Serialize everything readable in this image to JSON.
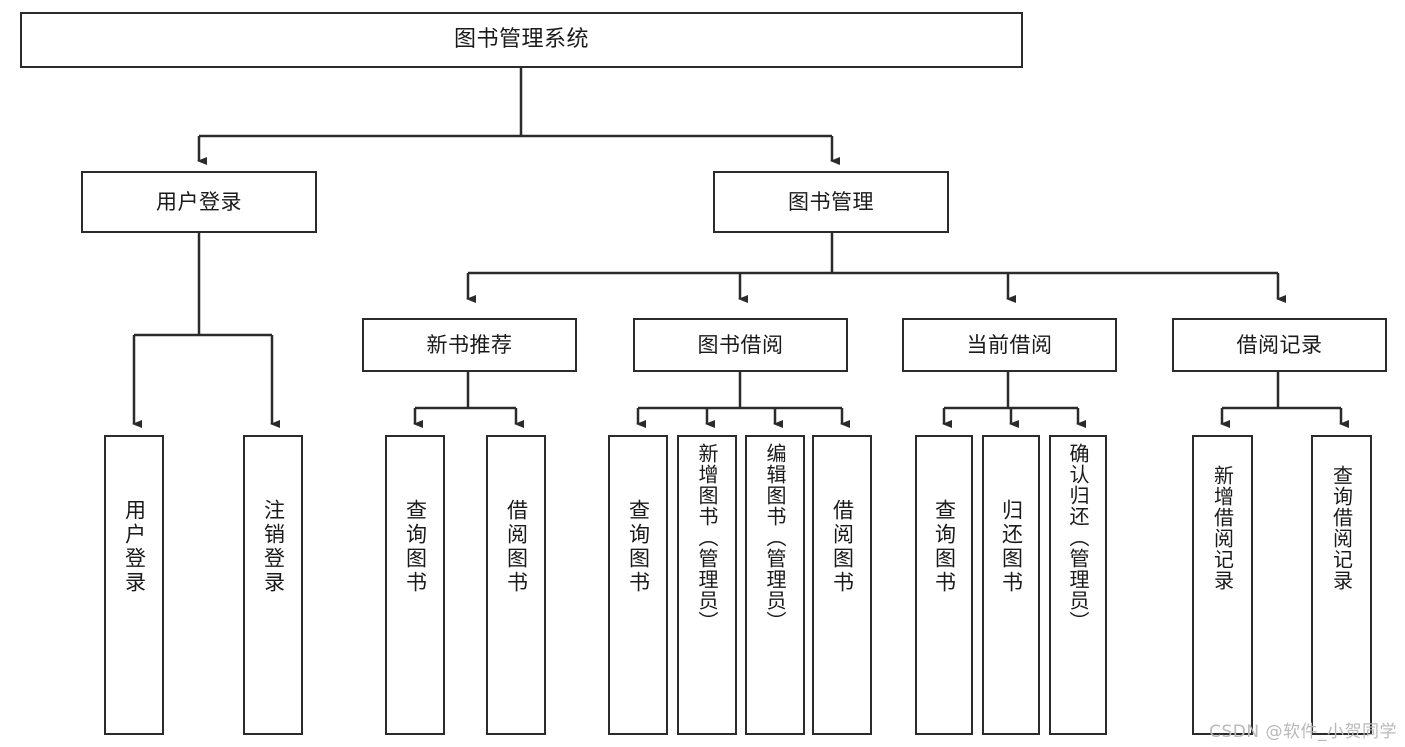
{
  "diagram": {
    "title": "图书管理系统",
    "type": "tree-hierarchy",
    "watermark": "CSDN @软件_小贺同学",
    "colors": {
      "box_border": "#2b2b2b",
      "box_fill": "#ffffff",
      "connector": "#2b2b2b",
      "text": "#1a1a1a",
      "watermark": "#b9b9b9"
    }
  },
  "nodes": {
    "root": {
      "label": "图书管理系统"
    },
    "level2": [
      {
        "label": "用户登录"
      },
      {
        "label": "图书管理"
      }
    ],
    "level3": [
      {
        "label": "新书推荐"
      },
      {
        "label": "图书借阅"
      },
      {
        "label": "当前借阅"
      },
      {
        "label": "借阅记录"
      }
    ],
    "leaves": {
      "user_login": [
        {
          "label": "用户登录"
        },
        {
          "label": "注销登录"
        }
      ],
      "new_book_recommend": [
        {
          "label": "查询图书"
        },
        {
          "label": "借阅图书"
        }
      ],
      "book_borrow": [
        {
          "label": "查询图书"
        },
        {
          "label": "新增图书（管理员）"
        },
        {
          "label": "编辑图书（管理员）"
        },
        {
          "label": "借阅图书"
        }
      ],
      "current_borrow": [
        {
          "label": "查询图书"
        },
        {
          "label": "归还图书"
        },
        {
          "label": "确认归还（管理员）"
        }
      ],
      "borrow_record": [
        {
          "label": "新增借阅记录"
        },
        {
          "label": "查询借阅记录"
        }
      ]
    }
  }
}
